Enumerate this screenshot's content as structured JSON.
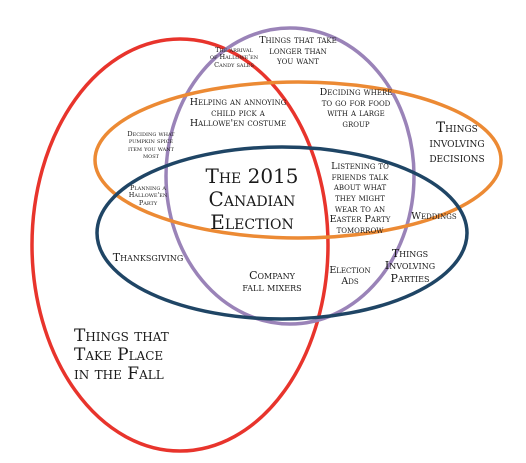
{
  "sets": {
    "fall": {
      "label": "Things that\nTake Place\nin the Fall",
      "color": "#e8342c"
    },
    "longer": {
      "label": "",
      "color": "#9a83b8"
    },
    "decisions": {
      "label": "Things\ninvolving\ndecisions",
      "color": "#ec8a34"
    },
    "parties": {
      "label": "Things\nInvolving\nParties",
      "color": "#1f4565"
    }
  },
  "items": {
    "longer_title": "Things that take\nlonger than\nyou want",
    "candy": "The arrival\nof Hallowe'en\nCandy sales",
    "annoying_child": "Helping an annoying\nchild pick a\nHallowe'en costume",
    "food": "Deciding where\nto go for food\nwith a large\ngroup",
    "pumpkin": "Deciding what\npumpkin spice\nitem you want\nmost",
    "halloween_party": "Planning a\nHallowe'en\nParty",
    "election": "The 2015\nCanadian\nElection",
    "listening": "Listening to\nfriends talk\nabout what\nthey might\nwear to an\nEaster Party\ntomorrow",
    "weddings": "Weddings",
    "thanksgiving": "Thanksgiving",
    "fall_mixers": "Company\nfall mixers",
    "election_ads": "Election\nAds"
  }
}
